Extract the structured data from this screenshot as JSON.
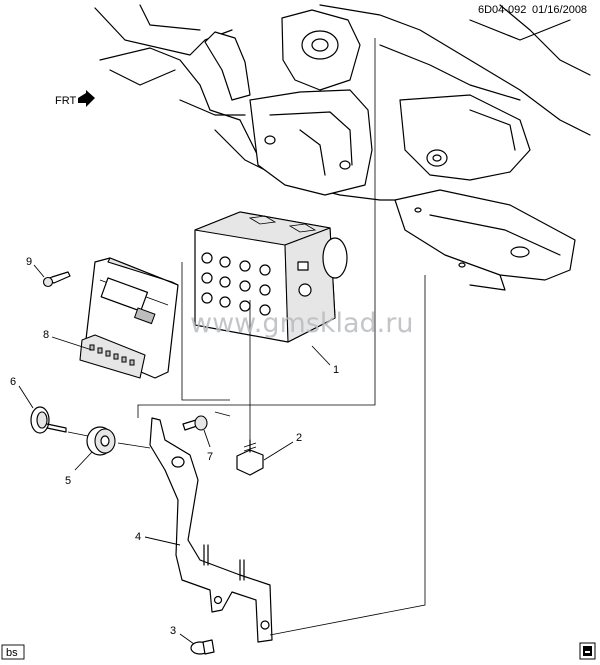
{
  "header": {
    "code": "6D04-092",
    "date": "01/16/2008"
  },
  "frt_label": "FRT",
  "watermark": "www.gmsklad.ru",
  "footer_tag": "bs",
  "callouts": [
    {
      "id": "1",
      "label": "1"
    },
    {
      "id": "2",
      "label": "2"
    },
    {
      "id": "3",
      "label": "3"
    },
    {
      "id": "4",
      "label": "4"
    },
    {
      "id": "5",
      "label": "5"
    },
    {
      "id": "6",
      "label": "6"
    },
    {
      "id": "7",
      "label": "7"
    },
    {
      "id": "8",
      "label": "8"
    },
    {
      "id": "9",
      "label": "9"
    }
  ],
  "icons": [
    "frt-arrow-icon",
    "gm-logo-icon"
  ]
}
